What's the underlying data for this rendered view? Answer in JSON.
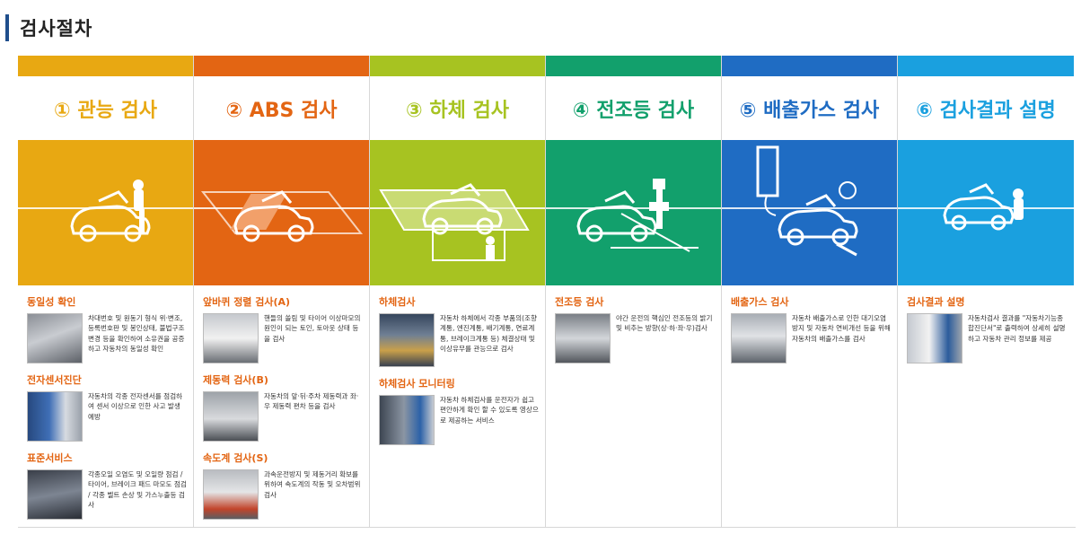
{
  "page": {
    "title": "검사절차"
  },
  "colors": {
    "step1": "#e8a812",
    "step2": "#e36513",
    "step3": "#a7c321",
    "step4": "#12a06c",
    "step5": "#1f6cc3",
    "step6": "#1aa0df"
  },
  "steps": [
    {
      "title": "① 관능 검사",
      "items": [
        {
          "title": "동일성 확인",
          "text": "차대번호 및 원동기 형식 위·변조, 등록번호판 및 봉인상태, 불법구조변경 등을 확인하여 소유권을 공증하고 자동차의 동일성 확인",
          "photo": "engine-photo"
        },
        {
          "title": "전자센서진단",
          "text": "자동차의 각종 전자센서를 점검하여 센서 이상으로 인한 사고 발생 예방",
          "photo": "technician-photo"
        },
        {
          "title": "표준서비스",
          "text": "각종오일 오염도 및 오일량 점검 / 타이어, 브레이크 패드 마모도 점검 / 각종 벨트 손상 및 가스누출등 검사",
          "photo": "engine-bay-photo"
        }
      ]
    },
    {
      "title": "② ABS 검사",
      "items": [
        {
          "title": "앞바퀴 정렬 검사(A)",
          "text": "핸들의 쏠림 및 타이어 이상마모의 원인이 되는 토인, 토아웃 상태 등을 검사",
          "photo": "wheel-alignment-photo"
        },
        {
          "title": "제동력 검사(B)",
          "text": "자동차의 앞·뒤·주차 제동력과 좌·우 제동력 편차 등을 검사",
          "photo": "brake-test-photo"
        },
        {
          "title": "속도계 검사(S)",
          "text": "과속운전방지 및 제동거리 확보를 위하여 속도계의 작동 및 오차범위 검사",
          "photo": "speedometer-photo"
        }
      ]
    },
    {
      "title": "③ 하체 검사",
      "items": [
        {
          "title": "하체검사",
          "text": "자동차 하체에서 각종 부품의(조향계통, 엔진계통, 배기계통, 연료계통, 브레이크계통 등) 체결상태 및 이상유무를 관능으로 검사",
          "photo": "underbody-photo"
        },
        {
          "title": "하체검사 모니터링",
          "text": "자동차 하체검사를 운전자가 쉽고 편안하게 확인 할 수 있도록 영상으로 제공하는 서비스",
          "photo": "monitoring-photo"
        }
      ]
    },
    {
      "title": "④ 전조등 검사",
      "items": [
        {
          "title": "전조등 검사",
          "text": "야간 운전의 핵심인 전조등의 밝기 및 비추는 방향(상·하·좌·우)검사",
          "photo": "headlight-photo"
        }
      ]
    },
    {
      "title": "⑤ 배출가스 검사",
      "items": [
        {
          "title": "배출가스 검사",
          "text": "자동차 배출가스로 인한 대기오염 방지 및 자동차 연비개선 등을 위해 자동차의 배출가스를 검사",
          "photo": "emission-photo"
        }
      ]
    },
    {
      "title": "⑥ 검사결과 설명",
      "items": [
        {
          "title": "검사결과 설명",
          "text": "자동차검사 결과를 \"자동차기능종합진단서\"로 출력하여 상세히 설명하고 자동차 관리 정보를 제공",
          "photo": "consultation-photo"
        }
      ]
    }
  ]
}
